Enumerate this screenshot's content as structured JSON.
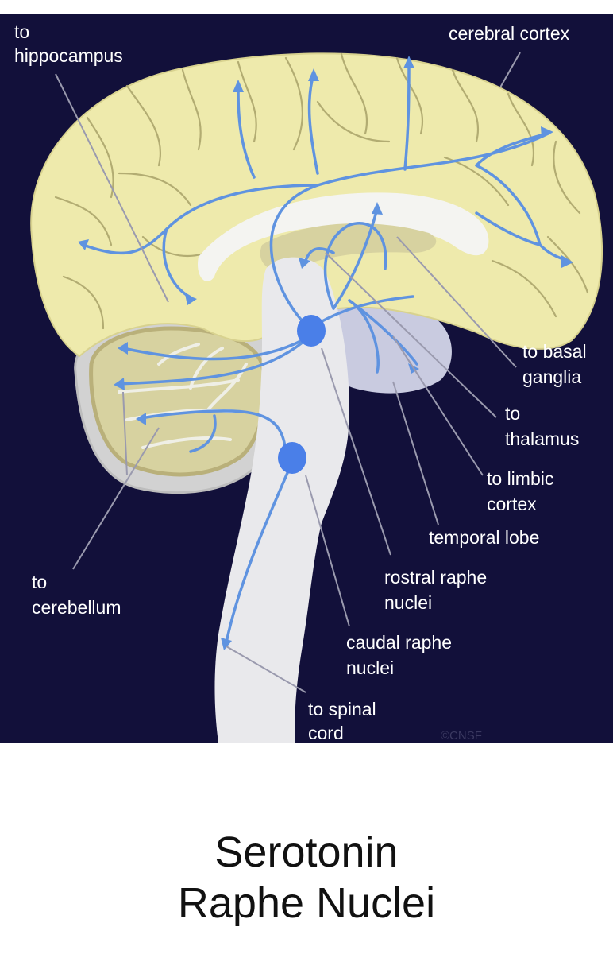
{
  "labels": {
    "hippocampus": [
      "to",
      "hippocampus"
    ],
    "cerebral_cortex": "cerebral cortex",
    "basal_ganglia": [
      "to basal",
      "ganglia"
    ],
    "thalamus": [
      "to",
      "thalamus"
    ],
    "limbic_cortex": [
      "to limbic",
      "cortex"
    ],
    "temporal_lobe": "temporal lobe",
    "rostral_raphe": [
      "rostral raphe",
      "nuclei"
    ],
    "caudal_raphe": [
      "caudal raphe",
      "nuclei"
    ],
    "spinal_cord": [
      "to spinal",
      "cord"
    ],
    "cerebellum": [
      "to",
      "cerebellum"
    ]
  },
  "watermark": "©CNSF",
  "caption": {
    "line1": "Serotonin",
    "line2": "Raphe Nuclei"
  },
  "colors": {
    "background": "#12103a",
    "cortex": "#eeeaac",
    "pathway": "#5f93e0",
    "nucleus": "#4a7fe8",
    "brainstem": "#e9e9ec"
  }
}
